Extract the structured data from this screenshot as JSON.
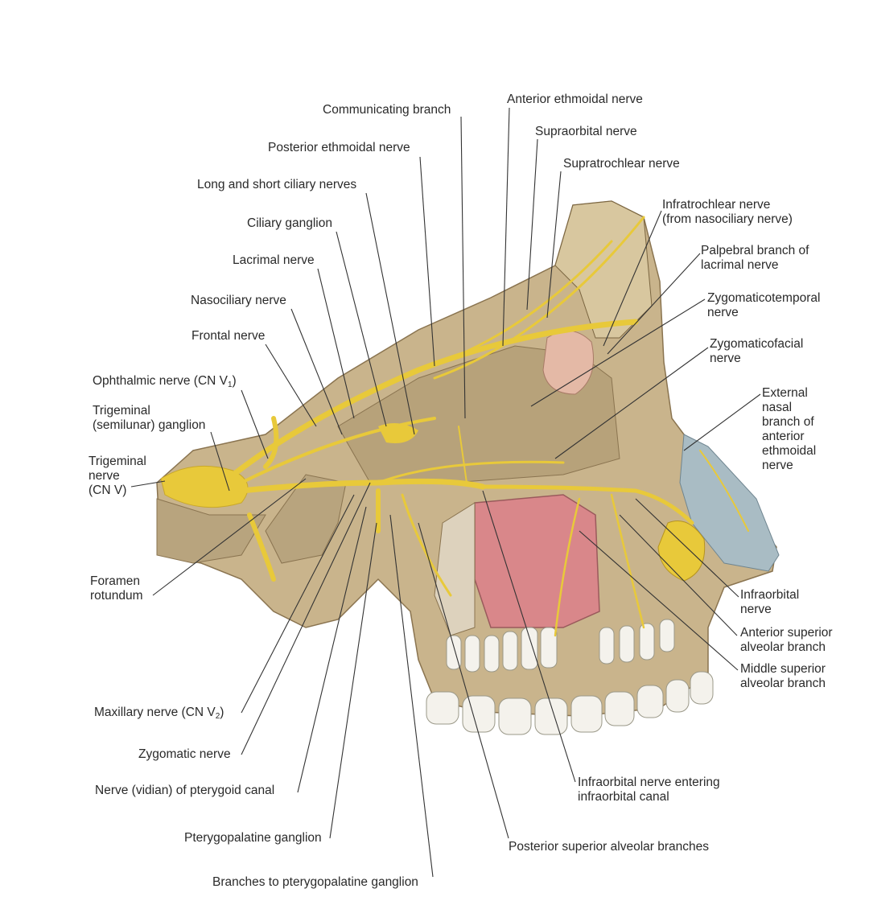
{
  "figure": {
    "labels": {
      "communicating_branch": "Communicating branch",
      "anterior_ethmoidal": "Anterior ethmoidal nerve",
      "supraorbital": "Supraorbital nerve",
      "supratrochlear": "Supratrochlear nerve",
      "posterior_ethmoidal": "Posterior ethmoidal nerve",
      "ciliary_nerves": "Long and short ciliary nerves",
      "ciliary_ganglion": "Ciliary ganglion",
      "lacrimal": "Lacrimal nerve",
      "nasociliary": "Nasociliary nerve",
      "frontal": "Frontal nerve",
      "ophthalmic": {
        "text": "Ophthalmic nerve (CN V",
        "sub": "1",
        "end": ")"
      },
      "trigeminal_ganglion": [
        "Trigeminal",
        "(semilunar) ganglion"
      ],
      "trigeminal_nerve": [
        "Trigeminal",
        "nerve",
        "(CN V)"
      ],
      "foramen_rotundum": [
        "Foramen",
        "rotundum"
      ],
      "maxillary": {
        "text": "Maxillary nerve (CN V",
        "sub": "2",
        "end": ")"
      },
      "zygomatic": "Zygomatic nerve",
      "vidian": "Nerve (vidian) of pterygoid canal",
      "pterygopalatine_ganglion": "Pterygopalatine ganglion",
      "branches_pterygopalatine": "Branches to pterygopalatine ganglion",
      "posterior_superior_alveolar": "Posterior superior alveolar branches",
      "infraorbital_entering": [
        "Infraorbital nerve entering",
        "infraorbital canal"
      ],
      "infratrochlear": [
        "Infratrochlear nerve",
        "(from nasociliary nerve)"
      ],
      "palpebral": [
        "Palpebral branch of",
        "lacrimal nerve"
      ],
      "zygomaticotemporal": [
        "Zygomaticotemporal",
        "nerve"
      ],
      "zygomaticofacial": [
        "Zygomaticofacial",
        "nerve"
      ],
      "external_nasal": [
        "External",
        "nasal",
        "branch of",
        "anterior",
        "ethmoidal",
        "nerve"
      ],
      "infraorbital": [
        "Infraorbital",
        "nerve"
      ],
      "anterior_superior_alveolar": [
        "Anterior superior",
        "alveolar branch"
      ],
      "middle_superior_alveolar": [
        "Middle superior",
        "alveolar branch"
      ]
    },
    "colors": {
      "bone": "#c9b48c",
      "nerve": "#e8c93a",
      "sinus": "#d9878a",
      "cartilage": "#a9bcc4",
      "leader": "#333333"
    }
  }
}
